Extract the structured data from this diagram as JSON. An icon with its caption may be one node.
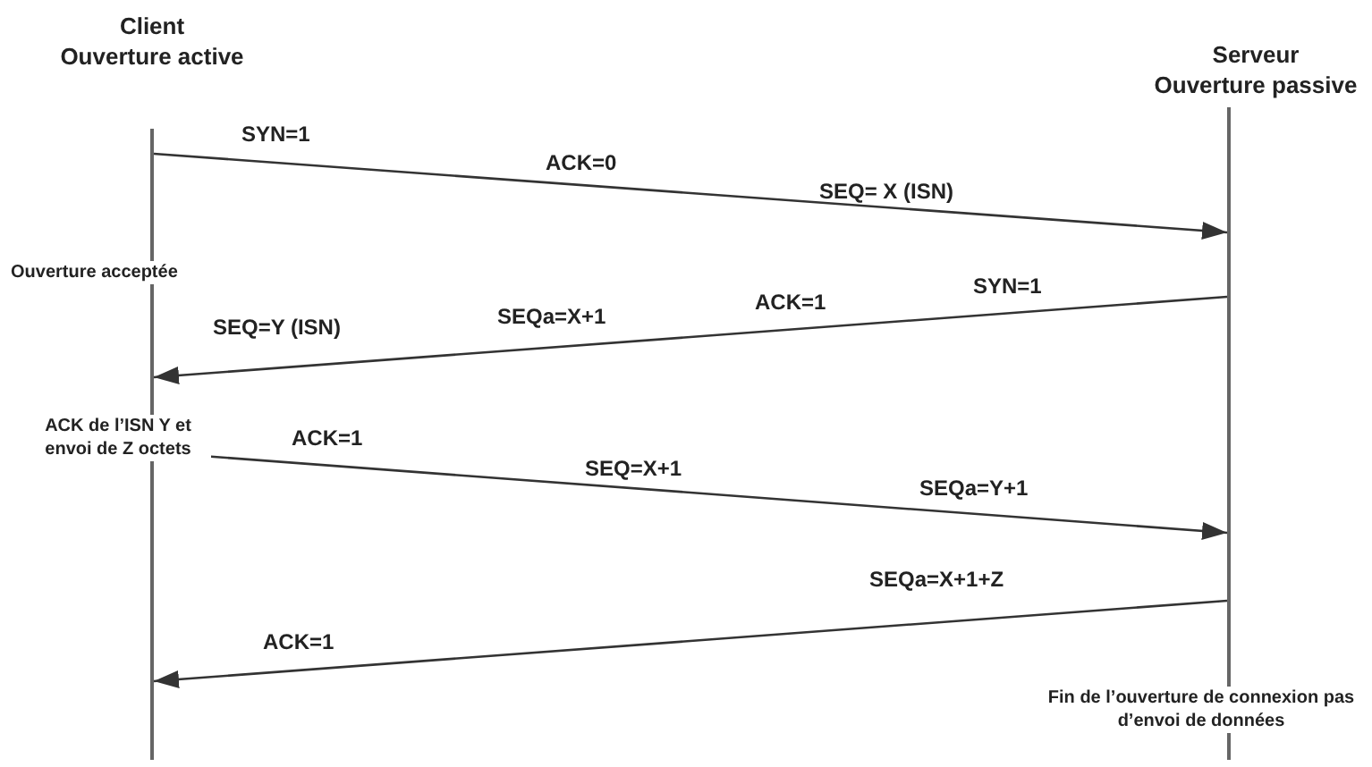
{
  "diagram": {
    "nodes": [
      {
        "text": [
          "Client",
          "Ouverture active"
        ]
      },
      {
        "text": [
          "Serveur",
          "Ouverture passive"
        ]
      },
      {
        "text": [],
        "shape": "bar"
      },
      {
        "text": [],
        "shape": "bar"
      }
    ],
    "edges": [
      {
        "from": 2,
        "to": 3,
        "arrow": "to"
      },
      {
        "from": 3,
        "to": 2,
        "arrow": "to"
      },
      {
        "from": 2,
        "to": 3,
        "arrow": "to"
      },
      {
        "from": 3,
        "to": 2,
        "arrow": "to"
      }
    ],
    "labels": [
      "SYN=1",
      "ACK=0",
      "SEQ= X (ISN)",
      "Ouverture acceptée",
      "SYN=1",
      "ACK=1",
      "SEQa=X+1",
      "SEQ=Y (ISN)",
      "ACK de l’ISN Y et envoi de Z octets",
      "ACK=1",
      "SEQ=X+1",
      "SEQa=Y+1",
      "SEQa=X+1+Z",
      "ACK=1",
      "Fin de l’ouverture de connexion pas d’envoi de données"
    ]
  }
}
